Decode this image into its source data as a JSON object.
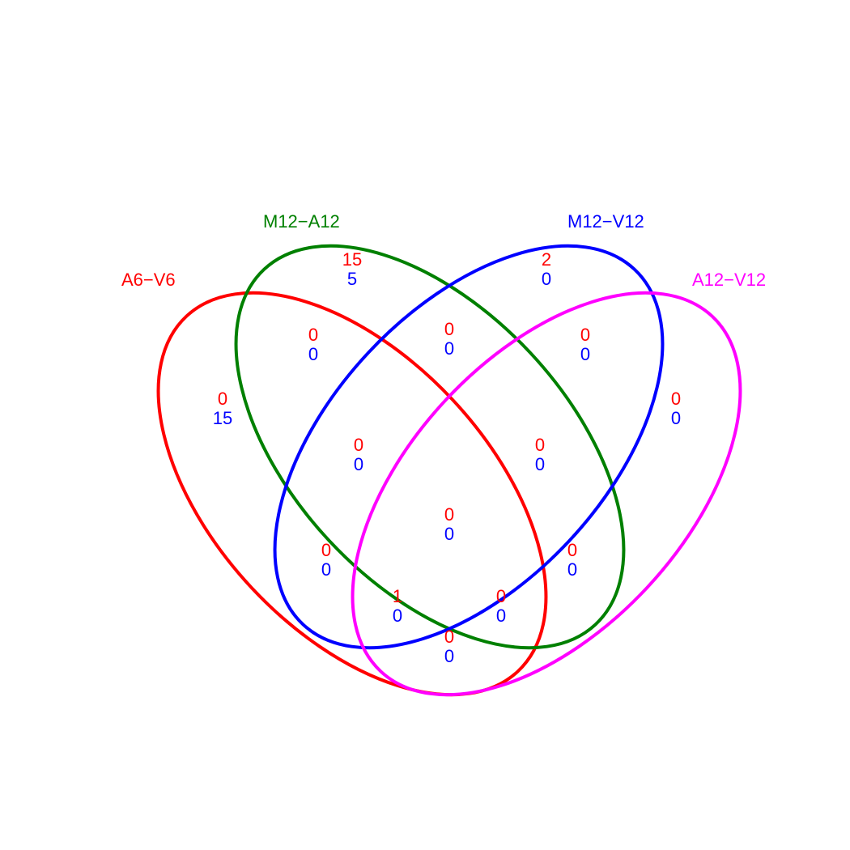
{
  "sets": [
    {
      "id": "A6-V6",
      "label": "A6−V6",
      "color": "#ff0000"
    },
    {
      "id": "M12-A12",
      "label": "M12−A12",
      "color": "#008000"
    },
    {
      "id": "M12-V12",
      "label": "M12−V12",
      "color": "#0000ff"
    },
    {
      "id": "A12-V12",
      "label": "A12−V12",
      "color": "#ff00ff"
    }
  ],
  "count_colors": {
    "top": "#ff0000",
    "bottom": "#0000ff"
  },
  "regions": [
    {
      "sets": [
        "A6-V6"
      ],
      "top": "0",
      "bottom": "15"
    },
    {
      "sets": [
        "M12-A12"
      ],
      "top": "15",
      "bottom": "5"
    },
    {
      "sets": [
        "M12-V12"
      ],
      "top": "2",
      "bottom": "0"
    },
    {
      "sets": [
        "A12-V12"
      ],
      "top": "0",
      "bottom": "0"
    },
    {
      "sets": [
        "A6-V6",
        "M12-A12"
      ],
      "top": "0",
      "bottom": "0"
    },
    {
      "sets": [
        "M12-A12",
        "M12-V12"
      ],
      "top": "0",
      "bottom": "0"
    },
    {
      "sets": [
        "M12-V12",
        "A12-V12"
      ],
      "top": "0",
      "bottom": "0"
    },
    {
      "sets": [
        "A6-V6",
        "M12-A12",
        "M12-V12"
      ],
      "top": "0",
      "bottom": "0"
    },
    {
      "sets": [
        "M12-A12",
        "M12-V12",
        "A12-V12"
      ],
      "top": "0",
      "bottom": "0"
    },
    {
      "sets": [
        "A6-V6",
        "M12-A12",
        "M12-V12",
        "A12-V12"
      ],
      "top": "0",
      "bottom": "0"
    },
    {
      "sets": [
        "A6-V6",
        "M12-V12"
      ],
      "top": "0",
      "bottom": "0"
    },
    {
      "sets": [
        "M12-A12",
        "A12-V12"
      ],
      "top": "0",
      "bottom": "0"
    },
    {
      "sets": [
        "A6-V6",
        "M12-V12",
        "A12-V12"
      ],
      "top": "1",
      "bottom": "0"
    },
    {
      "sets": [
        "A6-V6",
        "M12-A12",
        "A12-V12"
      ],
      "top": "0",
      "bottom": "0"
    },
    {
      "sets": [
        "A6-V6",
        "A12-V12"
      ],
      "top": "0",
      "bottom": "0"
    }
  ]
}
